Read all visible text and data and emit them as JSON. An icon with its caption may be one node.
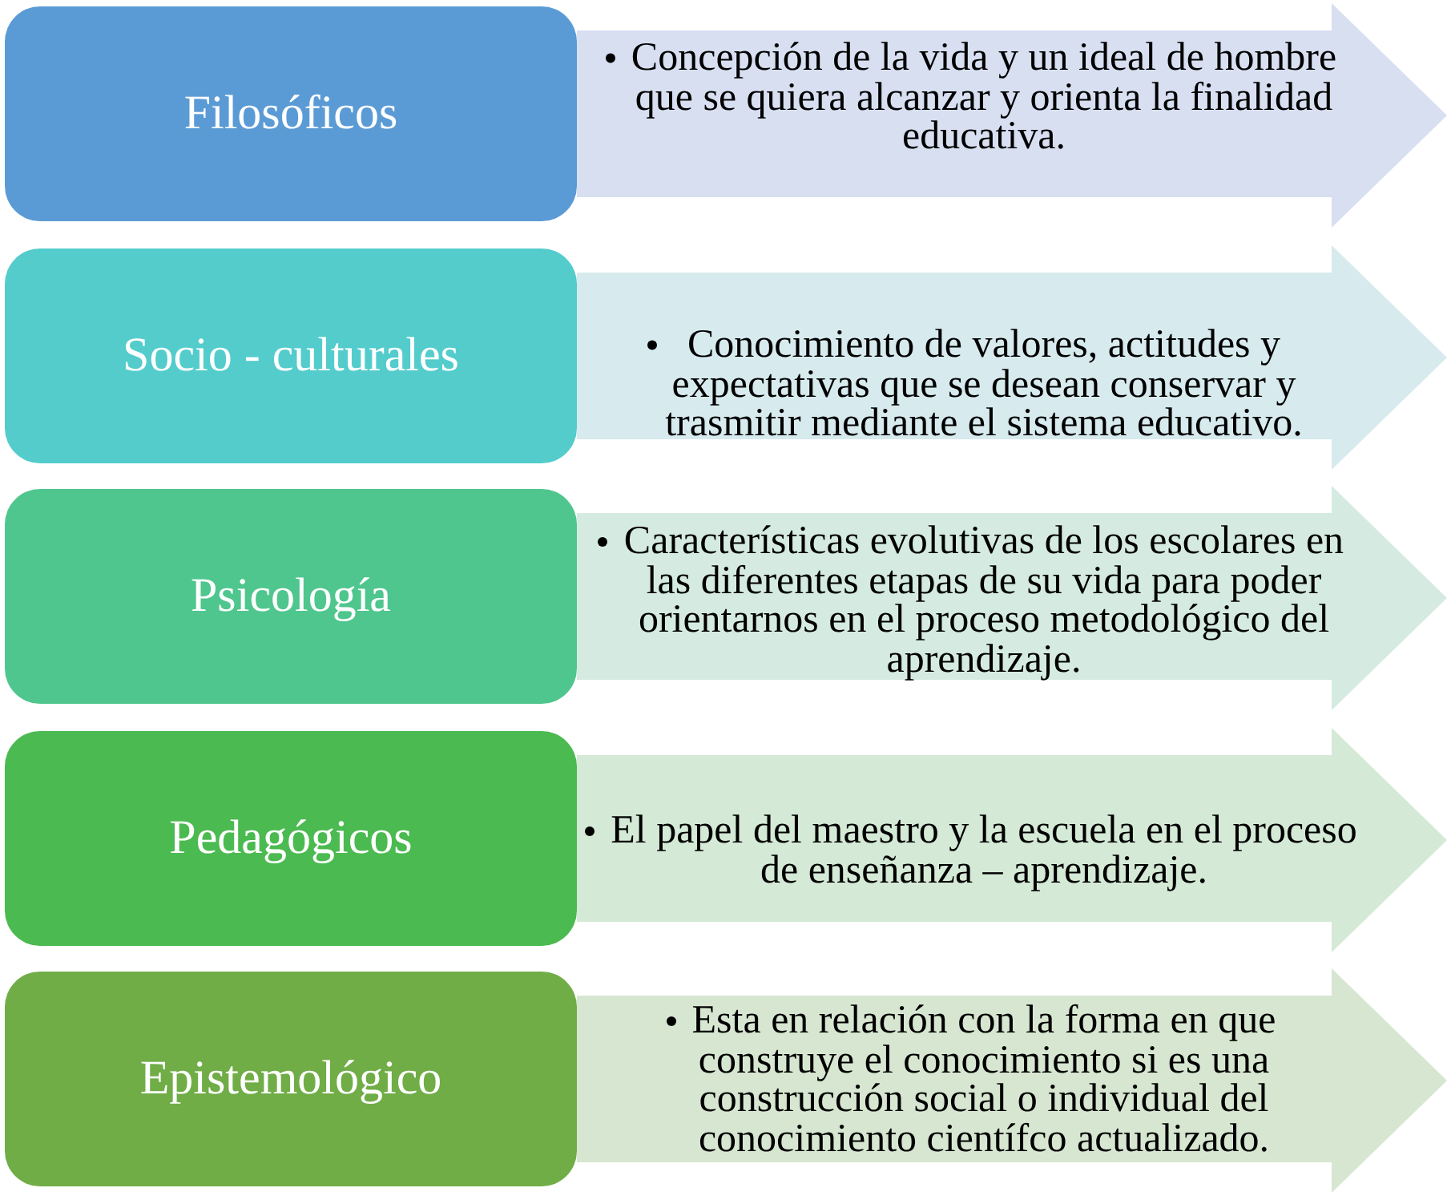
{
  "diagram": {
    "nodes": [
      {
        "text": [
          "Filosóficos"
        ]
      },
      {
        "text": [
          "Concepción de la vida y un ideal de hombre que se quiera alcanzar y orienta la finalidad educativa."
        ]
      },
      {
        "text": [
          "Socio - culturales"
        ]
      },
      {
        "text": [
          "Conocimiento de valores, actitudes y expectativas que se desean conservar y trasmitir mediante el sistema educativo."
        ]
      },
      {
        "text": [
          "Psicología"
        ]
      },
      {
        "text": [
          "Características evolutivas de los escolares en las diferentes etapas de su vida para poder orientarnos en el proceso metodológico del aprendizaje."
        ]
      },
      {
        "text": [
          "Pedagógicos"
        ]
      },
      {
        "text": [
          "El papel del maestro y la escuela en el proceso de enseñanza – aprendizaje."
        ]
      },
      {
        "text": [
          "Epistemológico"
        ]
      },
      {
        "text": [
          "Esta en relación con la forma en que construye el conocimiento si es una construcción social o individual del conocimiento científco actualizado."
        ]
      }
    ]
  }
}
